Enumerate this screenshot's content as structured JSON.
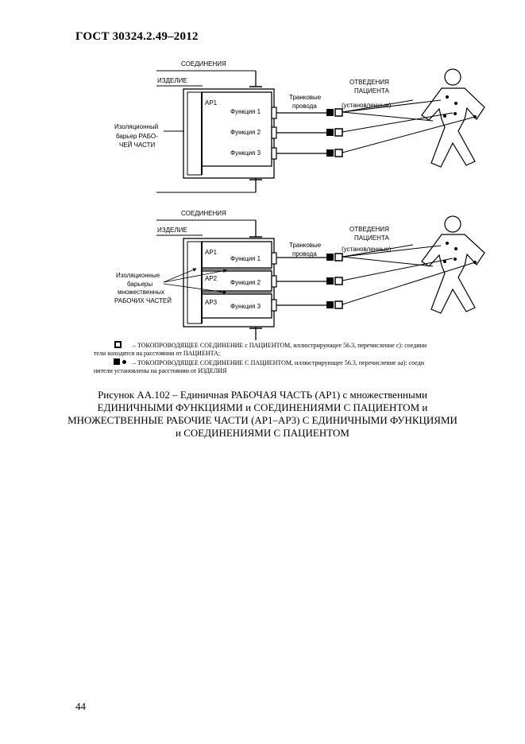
{
  "header": {
    "standard": "ГОСТ 30324.2.49–2012"
  },
  "diagram_top": {
    "connections_label": "СОЕДИНЕНИЯ",
    "device_label": "ИЗДЕЛИЕ",
    "barrier_label_1": "Изоляционный",
    "barrier_label_2": "барьер РАБО-",
    "barrier_label_3": "ЧЕЙ ЧАСТИ",
    "ap_label": "AP1",
    "functions": [
      "Функция 1",
      "Функция 2",
      "Функция 3"
    ],
    "trunk_label_1": "Транковые",
    "trunk_label_2": "провода",
    "patient_label_1": "ОТВЕДЕНИЯ",
    "patient_label_2": "ПАЦИЕНТА",
    "installed_label": "(установленные)"
  },
  "diagram_bottom": {
    "connections_label": "СОЕДИНЕНИЯ",
    "device_label": "ИЗДЕЛИЕ",
    "barrier_label_1": "Изоляционные",
    "barrier_label_2": "барьеры",
    "barrier_label_3": "множественных",
    "barrier_label_4": "РАБОЧИХ ЧАСТЕЙ",
    "ap_labels": [
      "AP1",
      "AP2",
      "AP3"
    ],
    "functions": [
      "Функция 1",
      "Функция 2",
      "Функция 3"
    ],
    "trunk_label_1": "Транковые",
    "trunk_label_2": "провода",
    "patient_label_1": "ОТВЕДЕНИЯ",
    "patient_label_2": "ПАЦИЕНТА",
    "installed_label": "(установленные)"
  },
  "legend": {
    "item1_line1": "– ТОКОПРОВОДЯЩЕЕ СОЕДИНЕНИЕ с ПАЦИЕНТОМ, иллюстрирующее 56.3, перечисление с): соедини",
    "item1_line2": "тели находятся на расстоянии от ПАЦИЕНТА;",
    "item2_line1": "– ТОКОПРОВОДЯЩЕЕ СОЕДИНЕНИЕ С ПАЦИЕНТОМ, иллюстрирующее 56.3, перечисление аа): соеди",
    "item2_line2": "нители установлены на расстоянии от ИЗДЕЛИЯ"
  },
  "caption": {
    "line1": "Рисунок АА.102 – Единичная РАБОЧАЯ ЧАСТЬ (АР1) с множественными",
    "line2": "ЕДИНИЧНЫМИ ФУНКЦИЯМИ и СОЕДИНЕНИЯМИ С ПАЦИЕНТОМ и",
    "line3": "МНОЖЕСТВЕННЫЕ РАБОЧИЕ ЧАСТИ (АР1–АР3) С ЕДИНИЧНЫМИ ФУНКЦИЯМИ",
    "line4": "и СОЕДИНЕНИЯМИ С ПАЦИЕНТОМ"
  },
  "footer": {
    "page_number": "44"
  }
}
